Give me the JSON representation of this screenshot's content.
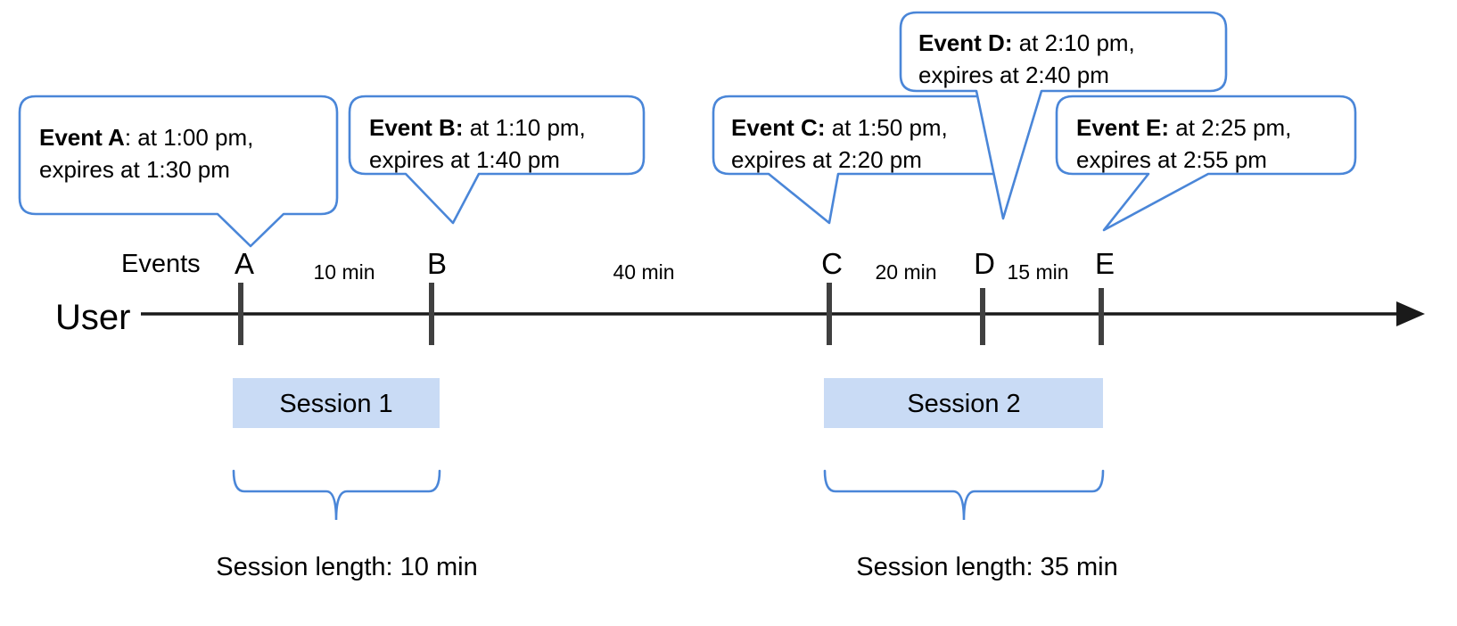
{
  "diagram": {
    "title": "User event timeline with sessionization",
    "colors": {
      "callout_stroke": "#4a86d8",
      "session_fill": "#c9dbf5",
      "axis": "#1a1a1a",
      "tick": "#404040",
      "background": "#ffffff",
      "text": "#000000"
    },
    "axis": {
      "row_label": "User",
      "events_label": "Events"
    },
    "events": [
      {
        "letter": "A",
        "lead": "Event A",
        "separator": ":",
        "bold_separator": false,
        "line1": " at 1:00 pm,",
        "line2": "expires at 1:30 pm",
        "time": "1:00 pm",
        "expires": "1:30 pm"
      },
      {
        "letter": "B",
        "lead": "Event B",
        "separator": ":",
        "bold_separator": true,
        "line1": " at 1:10 pm,",
        "line2": "expires at 1:40 pm",
        "time": "1:10 pm",
        "expires": "1:40 pm"
      },
      {
        "letter": "C",
        "lead": "Event C",
        "separator": ":",
        "bold_separator": true,
        "line1": " at 1:50 pm,",
        "line2": "expires at 2:20 pm",
        "time": "1:50 pm",
        "expires": "2:20 pm"
      },
      {
        "letter": "D",
        "lead": "Event D",
        "separator": ":",
        "bold_separator": true,
        "line1": " at 2:10 pm,",
        "line2": "expires at 2:40 pm",
        "time": "2:10 pm",
        "expires": "2:40 pm"
      },
      {
        "letter": "E",
        "lead": "Event E",
        "separator": ":",
        "bold_separator": true,
        "line1": " at 2:25 pm,",
        "line2": "expires at 2:55 pm",
        "time": "2:25 pm",
        "expires": "2:55 pm"
      }
    ],
    "intervals": [
      {
        "label": "10 min",
        "from": "A",
        "to": "B"
      },
      {
        "label": "40 min",
        "from": "B",
        "to": "C"
      },
      {
        "label": "20 min",
        "from": "C",
        "to": "D"
      },
      {
        "label": "15 min",
        "from": "D",
        "to": "E"
      }
    ],
    "sessions": [
      {
        "name": "Session 1",
        "caption": "Session length: 10 min",
        "events": [
          "A",
          "B"
        ],
        "length": "10 min"
      },
      {
        "name": "Session 2",
        "caption": "Session length: 35 min",
        "events": [
          "C",
          "D",
          "E"
        ],
        "length": "35 min"
      }
    ]
  }
}
